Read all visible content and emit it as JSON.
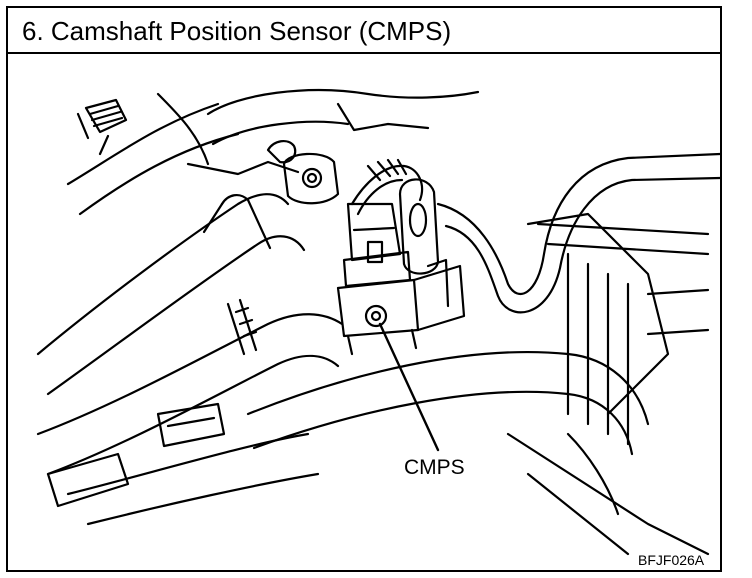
{
  "header": {
    "title": "6.  Camshaft Position Sensor (CMPS)"
  },
  "diagram": {
    "callout_label": "CMPS",
    "figure_code": "BFJF026A",
    "line_color": "#000000",
    "background_color": "#ffffff"
  }
}
